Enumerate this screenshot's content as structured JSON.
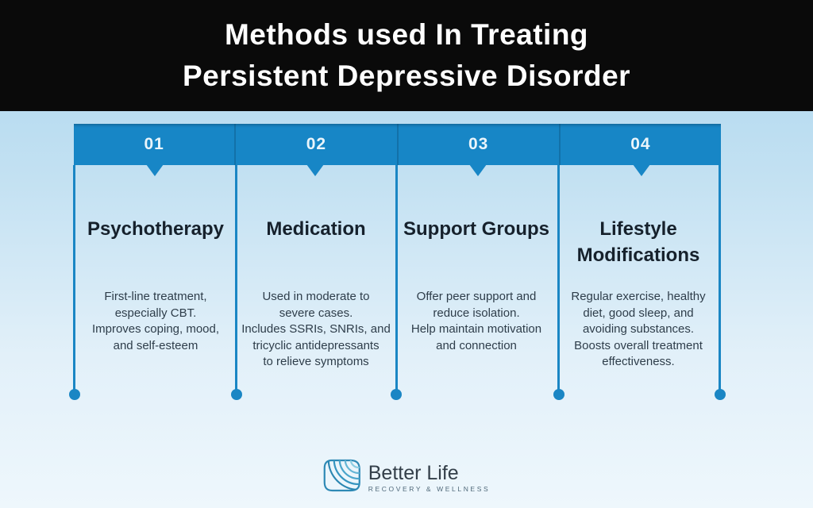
{
  "header": {
    "title_line1": "Methods used In Treating",
    "title_line2": "Persistent Depressive Disorder"
  },
  "columns": [
    {
      "number": "01",
      "title": "Psychotherapy",
      "description": "First-line treatment,\nespecially CBT.\nImproves coping, mood,\nand self-esteem"
    },
    {
      "number": "02",
      "title": "Medication",
      "description": "Used in moderate to\nsevere cases.\nIncludes SSRIs, SNRIs, and\ntricyclic antidepressants\nto relieve symptoms"
    },
    {
      "number": "03",
      "title": "Support Groups",
      "description": "Offer peer support and\nreduce isolation.\nHelp maintain motivation\nand connection"
    },
    {
      "number": "04",
      "title": "Lifestyle\nModifications",
      "description": "Regular exercise, healthy\ndiet, good sleep, and\navoiding substances.\nBoosts overall treatment\neffectiveness."
    }
  ],
  "footer": {
    "logo_icon": "wave-leaf-icon",
    "logo_name": "Better Life",
    "logo_tagline": "RECOVERY & WELLNESS"
  },
  "colors": {
    "banner_background": "#0a0a0a",
    "banner_text": "#ffffff",
    "bar_blue": "#1786c6",
    "line_blue": "#1a86c4",
    "background_top": "#aad5ee",
    "background_bottom": "#eef7fc",
    "column_title_text": "#16212c",
    "column_body_text": "#2e3d4a",
    "logo_teal": "#3f9cc4"
  }
}
